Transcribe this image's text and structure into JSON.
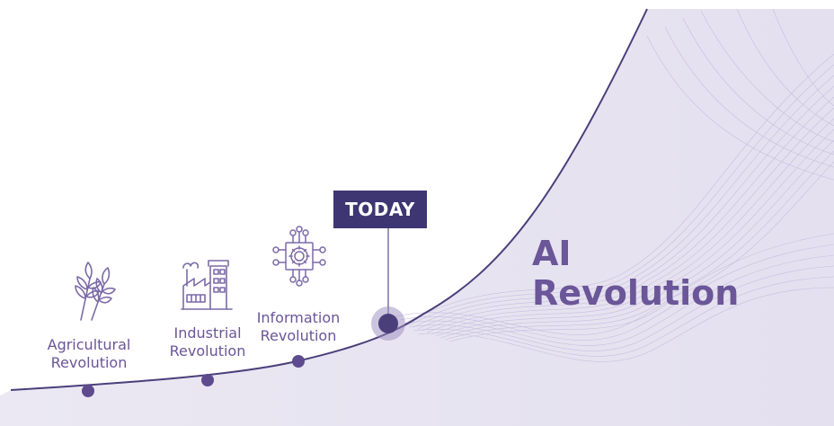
{
  "timeline": {
    "eras": [
      {
        "name": "agricultural",
        "line1": "Agricultural",
        "line2": "Revolution",
        "icon": "wheat-icon"
      },
      {
        "name": "industrial",
        "line1": "Industrial",
        "line2": "Revolution",
        "icon": "factory-icon"
      },
      {
        "name": "information",
        "line1": "Information",
        "line2": "Revolution",
        "icon": "chip-icon"
      }
    ],
    "today_label": "TODAY",
    "ai": {
      "line1": "AI",
      "line2": "Revolution"
    }
  },
  "colors": {
    "curve": "#4a3f7a",
    "marker": "#5e4a8f",
    "text": "#6a5698",
    "tag_bg": "#3d3672",
    "fill": "#ece9f4",
    "icon": "#7c6aa8"
  }
}
